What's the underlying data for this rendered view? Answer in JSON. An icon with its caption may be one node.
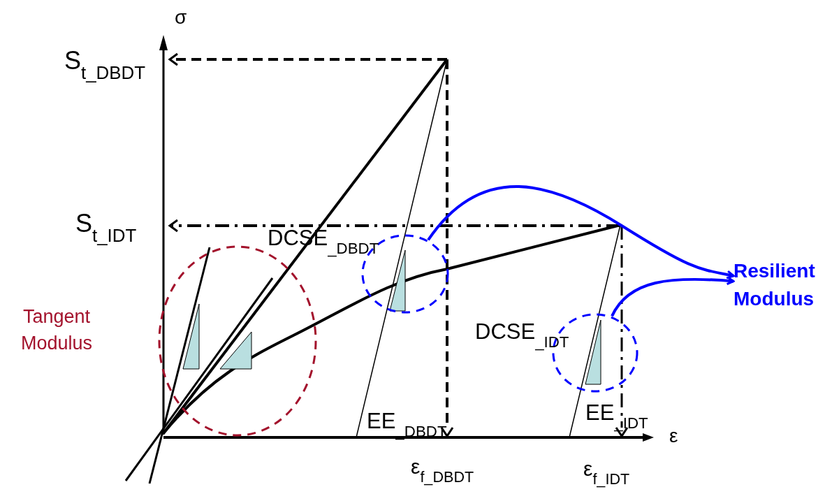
{
  "diagram": {
    "nodes": [
      {
        "text": [],
        "shape": "circle"
      },
      {
        "text": [
          "Resilient Modulus"
        ]
      },
      {
        "text": [],
        "shape": "circle"
      }
    ],
    "edges": [
      {
        "from": 0,
        "to": 1,
        "arrow": "to"
      },
      {
        "from": 2,
        "to": 1,
        "arrow": "to"
      }
    ],
    "labels": [
      "σ",
      "S$_{t_DBDT}$",
      "S$_{t_IDT}$",
      "DCSE$_{_DBDT}$",
      "Tangent Modulus",
      "DCSE$_{_IDT}$",
      "EE$_{_DBDT}$",
      "EE$_{_IDT}$",
      "ε",
      "ε$_{f_DBDT}$",
      "ε$_{f_IDT}$"
    ]
  }
}
